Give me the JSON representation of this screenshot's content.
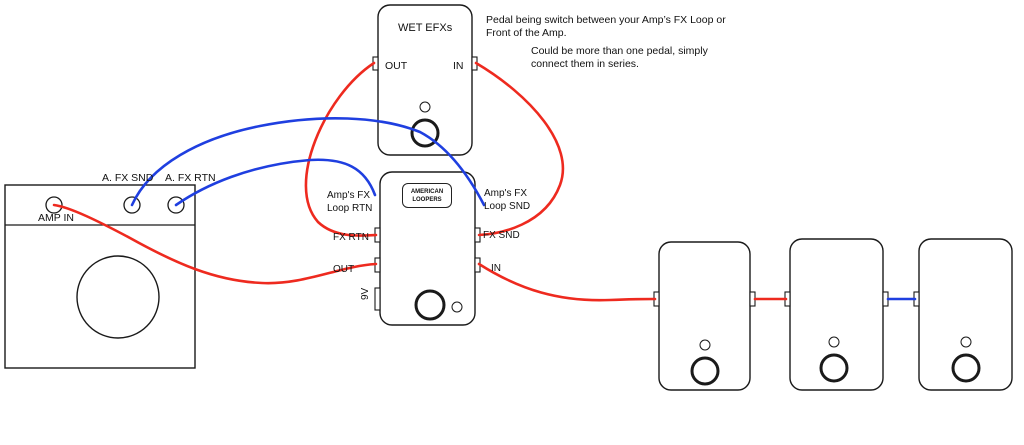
{
  "wet_pedal": {
    "title": "WET EFXs",
    "out_label": "OUT",
    "in_label": "IN"
  },
  "notes": {
    "line1": "Pedal being switch between your Amp’s FX Loop or",
    "line2": "Front of the Amp.",
    "line3": "Could be more than one pedal, simply",
    "line4": "connect them in series."
  },
  "looper": {
    "brand_line1": "AMERICAN",
    "brand_line2": "LOOPERS",
    "left_top_1": "Amp's FX",
    "left_top_2": "Loop RTN",
    "right_top_1": "Amp's FX",
    "right_top_2": "Loop SND",
    "fx_rtn": "FX RTN",
    "fx_snd": "FX SND",
    "out_label": "OUT",
    "in_label": "IN",
    "power_label": "9V"
  },
  "amp": {
    "fx_snd_label": "A. FX SND",
    "fx_rtn_label": "A. FX RTN",
    "amp_in_label": "AMP IN"
  },
  "colors": {
    "red_cable": "#ee2a1f",
    "blue_cable": "#1f3fe0",
    "outline": "#1a1a1a"
  }
}
